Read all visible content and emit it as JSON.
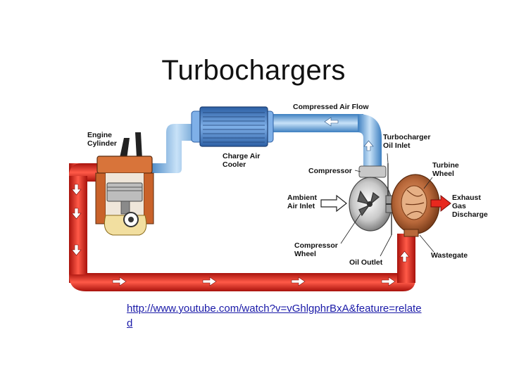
{
  "title": "Turbochargers",
  "labels": {
    "engine_cylinder": [
      "Engine",
      "Cylinder"
    ],
    "charge_air_cooler": [
      "Charge Air",
      "Cooler"
    ],
    "compressed_air_flow": "Compressed Air Flow",
    "turbocharger_oil_inlet": [
      "Turbocharger",
      "Oil Inlet"
    ],
    "compressor": "Compressor",
    "turbine_wheel": [
      "Turbine",
      "Wheel"
    ],
    "ambient_air_inlet": [
      "Ambient",
      "Air Inlet"
    ],
    "exhaust_gas_discharge": [
      "Exhaust",
      "Gas",
      "Discharge"
    ],
    "compressor_wheel": [
      "Compressor",
      "Wheel"
    ],
    "oil_outlet": "Oil Outlet",
    "wastegate": "Wastegate"
  },
  "link": {
    "text": "http://www.youtube.com/watch?v=vGhlgphrBxA&feature=related"
  },
  "colors": {
    "intake_pipe": "#9cc8ee",
    "intake_pipe_dark": "#3d7fc0",
    "exhaust_pipe": "#e8281e",
    "exhaust_pipe_dark": "#a8120c",
    "turbine_housing": "#b8683a",
    "cooler": "#5a8ed0",
    "flow_arrow": "#ffffff"
  }
}
